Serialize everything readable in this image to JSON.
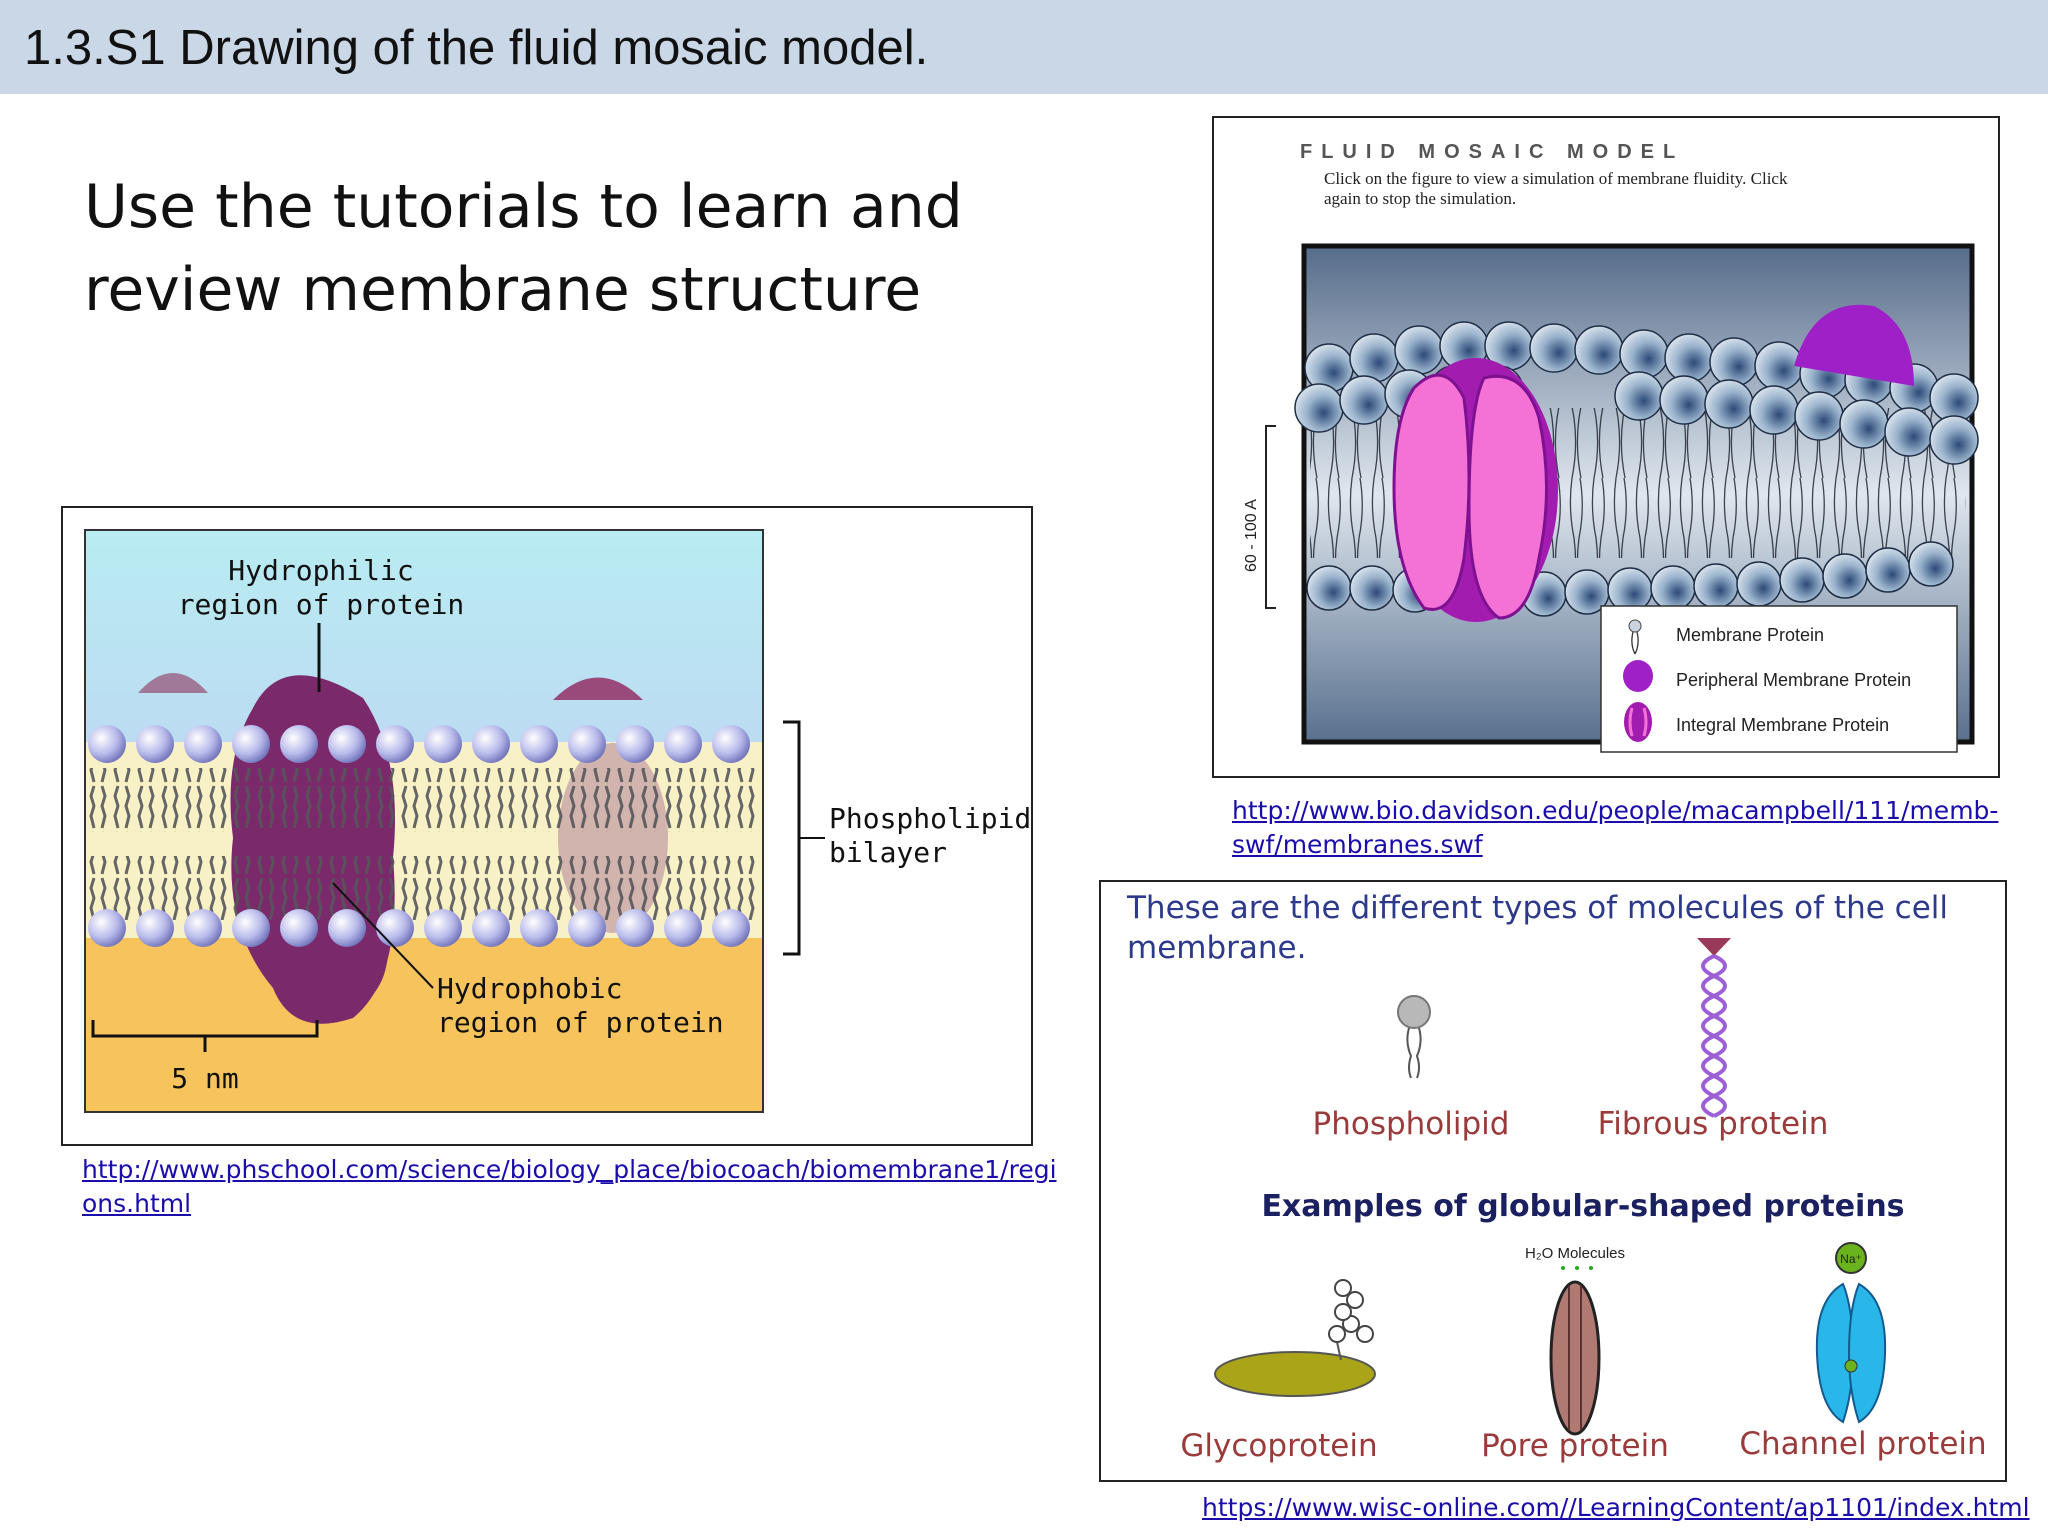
{
  "slide": {
    "title": "1.3.S1 Drawing of the fluid mosaic model.",
    "intro_line1": "Use the tutorials to learn and",
    "intro_line2": "review membrane structure"
  },
  "figure_regions": {
    "label_hydrophilic_1": "Hydrophilic",
    "label_hydrophilic_2": "region of protein",
    "label_hydrophobic_1": "Hydrophobic",
    "label_hydrophobic_2": "region of protein",
    "label_bilayer_1": "Phospholipid",
    "label_bilayer_2": "bilayer",
    "scale_label": "5 nm",
    "link_line1": "http://www.phschool.com/science/biology_place/biocoach/biomembrane1/regi",
    "link_line2": "ons.html"
  },
  "figure_fluid": {
    "heading": "FLUID MOSAIC MODEL",
    "instruction_1": "Click on the figure to view a simulation of membrane fluidity. Click",
    "instruction_2": "again to stop the simulation.",
    "scale_label": "60 - 100 A",
    "legend_1": "Membrane Protein",
    "legend_2": "Peripheral Membrane Protein",
    "legend_3": "Integral Membrane Protein",
    "link_line1": "http://www.bio.davidson.edu/people/macampbell/111/memb-",
    "link_line2": "swf/membranes.swf"
  },
  "figure_types": {
    "intro_1": "These are the different types of molecules of the cell",
    "intro_2": "membrane.",
    "phospholipid": "Phospholipid",
    "fibrous": "Fibrous protein",
    "globular_heading": "Examples of globular-shaped proteins",
    "water_label": "H₂O Molecules",
    "ion_label": "Na⁺",
    "glycoprotein": "Glycoprotein",
    "pore": "Pore protein",
    "channel": "Channel protein",
    "link": "https://www.wisc-online.com//LearningContent/ap1101/index.html"
  },
  "colors": {
    "title_bar": "#c9d7e7",
    "link": "#1a0dab",
    "protein_purple": "#7a2a6a",
    "water_top": "#b8ecf2",
    "cytoplasm": "#f6c35c",
    "integral_magenta": "#c026d3",
    "types_text": "#2d3a8c",
    "types_label": "#9a3a3a"
  }
}
